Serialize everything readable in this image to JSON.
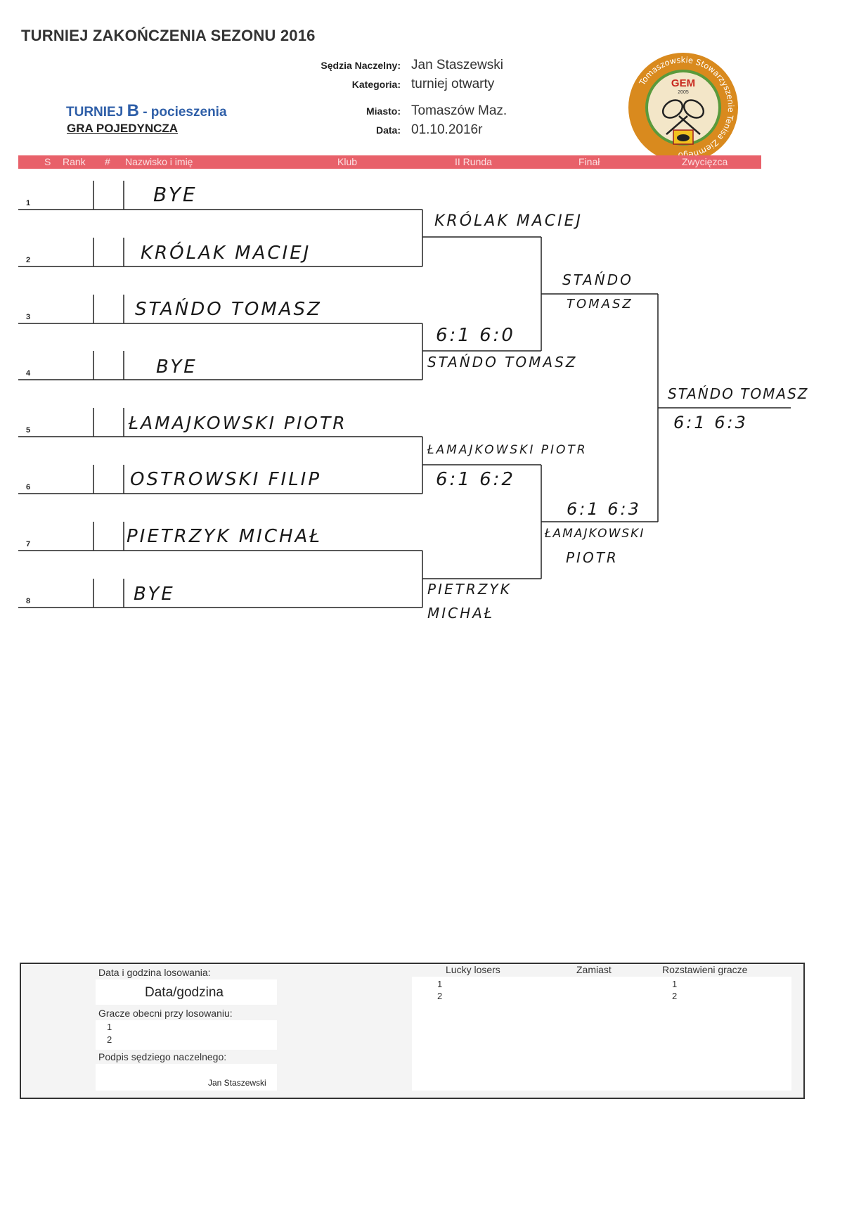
{
  "document": {
    "title": "TURNIEJ ZAKOŃCZENIA SEZONU 2016",
    "subtitle_prefix": "TURNIEJ ",
    "subtitle_letter": "B",
    "subtitle_suffix": " - pocieszenia",
    "game_type": "GRA POJEDYNCZA"
  },
  "meta": [
    {
      "label": "Sędzia Naczelny:",
      "value": "Jan Staszewski"
    },
    {
      "label": "Kategoria:",
      "value": "turniej otwarty"
    },
    {
      "label": "Miasto:",
      "value": "Tomaszów Maz."
    },
    {
      "label": "Data:",
      "value": "01.10.2016r"
    }
  ],
  "logo": {
    "ring_text": "Tomaszowskie Stowarzyszenie Tenisa Ziemnego",
    "center_text": "GEM",
    "year": "2005",
    "colors": {
      "ring": "#d98a1e",
      "ring_inner": "#5a9a3c",
      "core": "#f3e6c8"
    }
  },
  "header_bar": {
    "color": "#e8616a",
    "labels": [
      "S",
      "Rank",
      "#",
      "Nazwisko i imię",
      "Klub",
      "II Runda",
      "Finał",
      "Zwycięzca"
    ]
  },
  "draw": {
    "first_round": [
      {
        "slot": "1",
        "name": "BYE"
      },
      {
        "slot": "2",
        "name": "KRÓLAK MACIEJ"
      },
      {
        "slot": "3",
        "name": "STAŃDO TOMASZ"
      },
      {
        "slot": "4",
        "name": "BYE"
      },
      {
        "slot": "5",
        "name": "ŁAMAJKOWSKI PIOTR"
      },
      {
        "slot": "6",
        "name": "OSTROWSKI FILIP"
      },
      {
        "slot": "7",
        "name": "PIETRZYK MICHAŁ"
      },
      {
        "slot": "8",
        "name": "BYE"
      }
    ],
    "second_round": [
      {
        "name": "KRÓLAK MACIEJ",
        "score": ""
      },
      {
        "name": "STAŃDO TOMASZ",
        "score": "6:1 6:0"
      },
      {
        "name": "ŁAMAJKOWSKI PIOTR",
        "score": "6:1 6:2"
      },
      {
        "name_line1": "PIETRZYK",
        "name_line2": "MICHAŁ",
        "score": ""
      }
    ],
    "final": [
      {
        "name_line1": "STAŃDO",
        "name_line2": "TOMASZ",
        "score": ""
      },
      {
        "name_line1": "ŁAMAJKOWSKI",
        "name_line2": "PIOTR",
        "score": "6:1 6:3"
      }
    ],
    "winner": {
      "name": "STAŃDO TOMASZ",
      "score": "6:1 6:3"
    }
  },
  "footer": {
    "draw_datetime_label": "Data i godzina losowania:",
    "draw_datetime_value": "Data/godzina",
    "players_present_label": "Gracze obecni przy losowaniu:",
    "players_present": [
      "1",
      "2"
    ],
    "signature_label": "Podpis sędziego naczelnego:",
    "signature_value": "Jan Staszewski",
    "lucky_losers_label": "Lucky losers",
    "lucky_losers": [
      "1",
      "2"
    ],
    "instead_label": "Zamiast",
    "seeded_label": "Rozstawieni gracze",
    "seeded": [
      "1",
      "2"
    ]
  }
}
